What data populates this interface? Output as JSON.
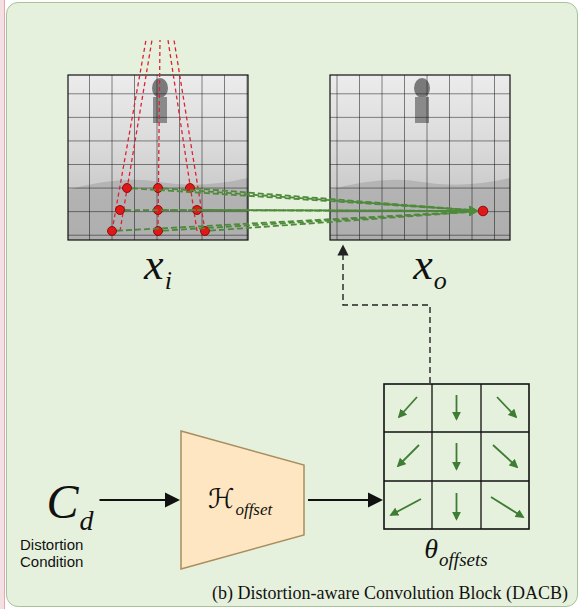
{
  "diagram": {
    "caption": "(b) Distortion-aware Convolution Block (DACB)",
    "nodes": [
      {
        "text": [
          "x",
          "i"
        ]
      },
      {
        "text": [
          "x",
          "o"
        ]
      },
      {
        "text": [
          "C",
          "d",
          "Distortion Condition"
        ]
      },
      {
        "text": [
          "ℋ",
          "offset"
        ]
      },
      {
        "text": [
          "θ",
          "offsets"
        ]
      }
    ],
    "edges": [
      {
        "from": 0,
        "to": 1,
        "arrow": "to"
      },
      {
        "from": 2,
        "to": 3,
        "arrow": "to"
      },
      {
        "from": 3,
        "to": 4,
        "arrow": "to"
      }
    ]
  }
}
